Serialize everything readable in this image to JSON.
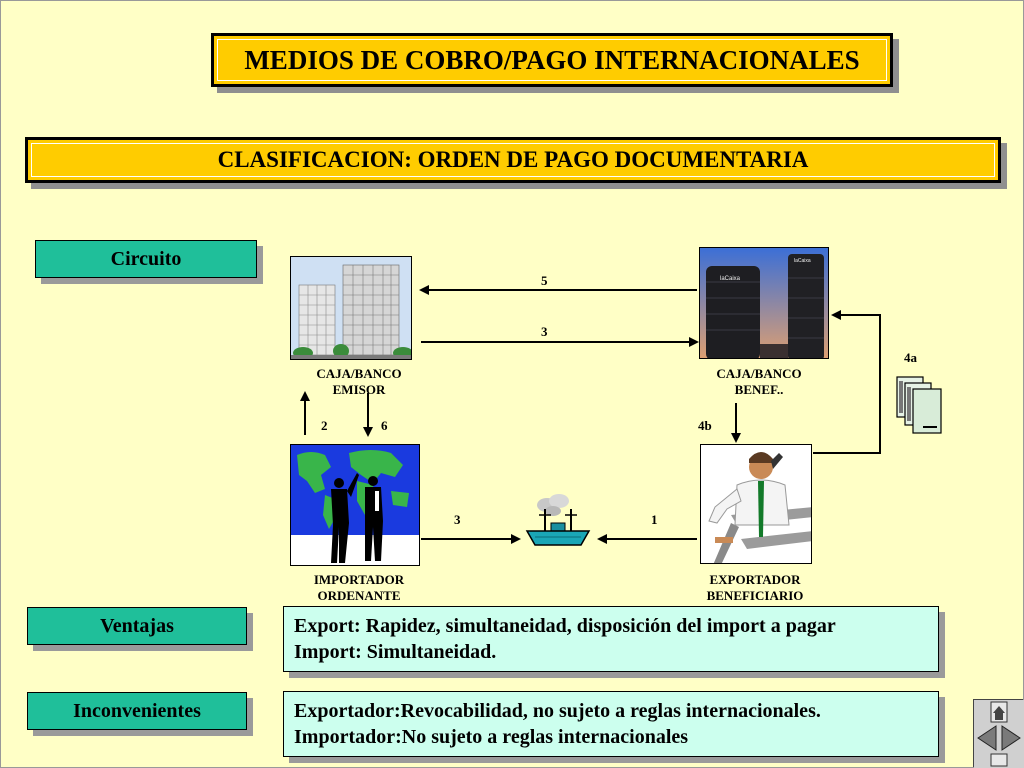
{
  "title": "MEDIOS DE COBRO/PAGO INTERNACIONALES",
  "subtitle": "CLASIFICACION: ORDEN DE PAGO DOCUMENTARIA",
  "sections": {
    "circuito": "Circuito",
    "ventajas": "Ventajas",
    "inconvenientes": "Inconvenientes"
  },
  "diagram": {
    "nodes": {
      "banco_emisor": [
        "CAJA/BANCO",
        "EMISOR"
      ],
      "banco_benef": [
        "CAJA/BANCO",
        "BENEF.."
      ],
      "importador": [
        "IMPORTADOR",
        "ORDENANTE"
      ],
      "exportador": [
        "EXPORTADOR",
        "BENEFICIARIO"
      ]
    },
    "arrows": {
      "a5": "5",
      "a3_top": "3",
      "a2": "2",
      "a6": "6",
      "a4a": "4a",
      "a4b": "4b",
      "a3_bottom": "3",
      "a1": "1"
    },
    "bank_sign": "laCaixa"
  },
  "ventajas": {
    "line1": "Export: Rapidez, simultaneidad, disposición del import a pagar",
    "line2": "Import: Simultaneidad."
  },
  "inconvenientes": {
    "line1": "Exportador:Revocabilidad, no sujeto a reglas internacionales.",
    "line2": "Importador:No sujeto a reglas internacionales"
  },
  "colors": {
    "background": "#ffffc6",
    "title_fill": "#ffcc00",
    "label_fill": "#1fbf9a",
    "text_fill": "#ccffee"
  },
  "icons": [
    "home-icon",
    "prev-icon",
    "next-icon",
    "document-icon",
    "ship-icon"
  ]
}
